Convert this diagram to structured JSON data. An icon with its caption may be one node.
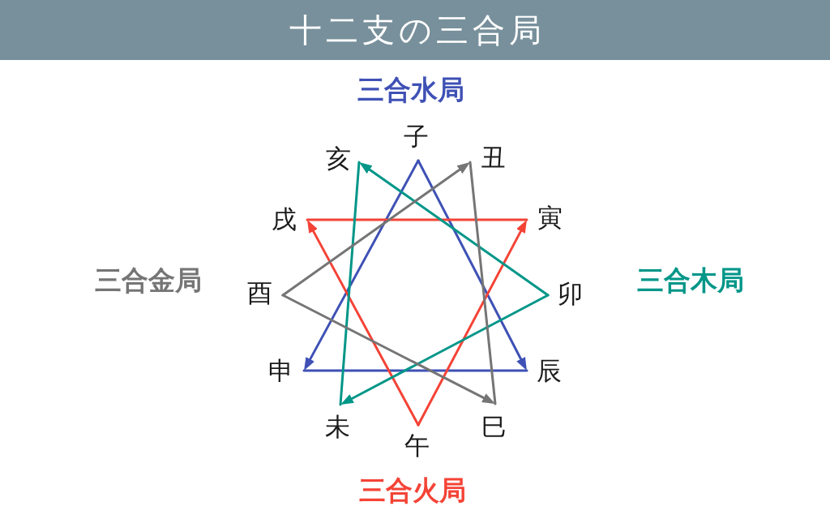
{
  "diagram": {
    "title": "十二支の三合局",
    "nodes": [
      {
        "text": [
          "子"
        ]
      },
      {
        "text": [
          "亥"
        ]
      },
      {
        "text": [
          "丑"
        ]
      },
      {
        "text": [
          "戌"
        ]
      },
      {
        "text": [
          "寅"
        ]
      },
      {
        "text": [
          "酉"
        ]
      },
      {
        "text": [
          "卯"
        ]
      },
      {
        "text": [
          "申"
        ]
      },
      {
        "text": [
          "辰"
        ]
      },
      {
        "text": [
          "未"
        ]
      },
      {
        "text": [
          "巳"
        ]
      },
      {
        "text": [
          "午"
        ]
      }
    ],
    "edges": [
      {
        "from": 0,
        "to": 8,
        "arrow": "to",
        "color": "#3f51b5"
      },
      {
        "from": 0,
        "to": 7,
        "arrow": "to",
        "color": "#3f51b5"
      },
      {
        "from": 7,
        "to": 8,
        "arrow": "none",
        "color": "#3f51b5"
      },
      {
        "from": 11,
        "to": 3,
        "arrow": "to",
        "color": "#f44336"
      },
      {
        "from": 11,
        "to": 4,
        "arrow": "to",
        "color": "#f44336"
      },
      {
        "from": 3,
        "to": 4,
        "arrow": "none",
        "color": "#f44336"
      },
      {
        "from": 6,
        "to": 1,
        "arrow": "to",
        "color": "#009688"
      },
      {
        "from": 6,
        "to": 9,
        "arrow": "to",
        "color": "#009688"
      },
      {
        "from": 1,
        "to": 9,
        "arrow": "none",
        "color": "#009688"
      },
      {
        "from": 5,
        "to": 2,
        "arrow": "to",
        "color": "#757575"
      },
      {
        "from": 5,
        "to": 10,
        "arrow": "to",
        "color": "#757575"
      },
      {
        "from": 2,
        "to": 10,
        "arrow": "none",
        "color": "#757575"
      }
    ],
    "labels": [
      "三合水局",
      "三合金局",
      "三合木局",
      "三合火局"
    ]
  }
}
